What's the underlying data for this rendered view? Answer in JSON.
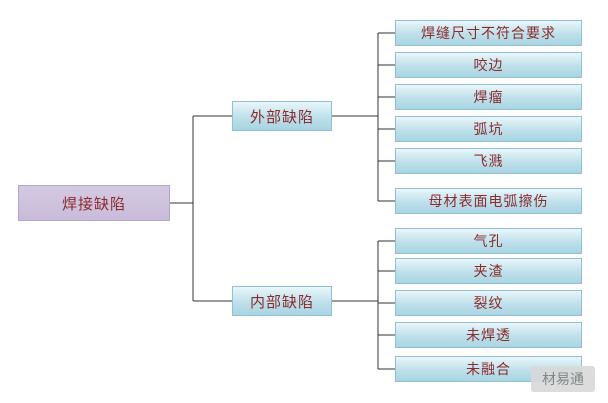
{
  "diagram": {
    "type": "tree",
    "root": {
      "label": "焊接缺陷"
    },
    "branches": [
      {
        "label": "外部缺陷",
        "items": [
          "焊缝尺寸不符合要求",
          "咬边",
          "焊瘤",
          "弧坑",
          "飞溅",
          "母材表面电弧擦伤"
        ]
      },
      {
        "label": "内部缺陷",
        "items": [
          "气孔",
          "夹渣",
          "裂纹",
          "未焊透",
          "未融合"
        ]
      }
    ]
  },
  "watermark": "材易通",
  "colors": {
    "root_fill": "#c9bcda",
    "node_fill": "#bee0eb",
    "node_border": "#8fc0d4",
    "text": "#8b2b2b",
    "connector": "#333333"
  }
}
